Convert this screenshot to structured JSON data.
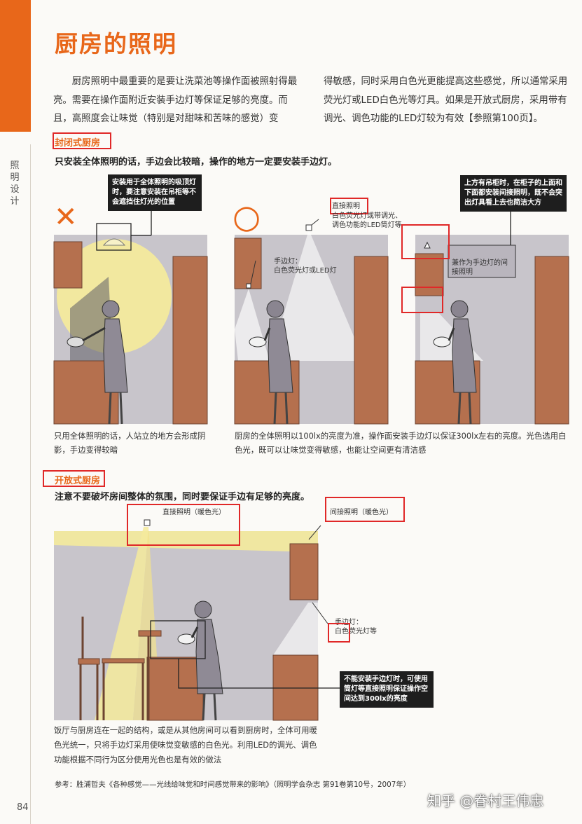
{
  "side_label": "照明设计",
  "title": "厨房的照明",
  "intro": {
    "col1": "厨房照明中最重要的是要让洗菜池等操作面被照射得最亮。需要在操作面附近安装手边灯等保证足够的亮度。而且，高照度会让味觉（特别是对甜味和苦味的感觉）变",
    "col2": "得敏感，同时采用白色光更能提高这些感觉，所以通常采用荧光灯或LED白色光等灯具。如果是开放式厨房，采用带有调光、调色功能的LED灯较为有效【参照第100页】。"
  },
  "closed": {
    "label": "封闭式厨房",
    "subtitle": "只安装全体照明的话，手边会比较暗，操作的地方一定要安装手边灯。",
    "note_left": "安装用于全体照明的吸顶灯时，要注意安装在吊柜等不会遮挡住灯光的位置",
    "note_right": "上方有吊柜时，在柜子的上面和下面都安装间接照明，既不会突出灯具看上去也简洁大方",
    "mark_bad": "✕",
    "mark_good": "○",
    "label_direct": "直接照明",
    "label_direct_desc": "白色荧光灯或带调光、调色功能的LED筒灯等",
    "label_hand": "手边灯：",
    "label_hand_desc": "白色荧光灯或LED灯",
    "label_indirect": "兼作为手边灯的间接照明",
    "caption_left": "只用全体照明的话，人站立的地方会形成阴影，手边变得较暗",
    "caption_right": "厨房的全体照明以100lx的亮度为准，操作面安装手边灯以保证300lx左右的亮度。光色选用白色光，既可以让味觉变得敏感，也能让空间更有清洁感"
  },
  "open": {
    "label": "开放式厨房",
    "subtitle": "注意不要破坏房间整体的氛围，同时要保证手边有足够的亮度。",
    "label_direct": "直接照明（暖色光）",
    "label_indirect": "间接照明（暖色光）",
    "label_hand": "手边灯：",
    "label_hand_desc": "白色荧光灯等",
    "note": "不能安装手边灯时，可使用筒灯等直接照明保证操作空间达到300lx的亮度",
    "caption": "饭厅与厨房连在一起的结构，或是从其他房间可以看到厨房时，全体可用暖色光统一，只将手边灯采用使味觉变敏感的白色光。利用LED的调光、调色功能根据不同行为区分使用光色也是有效的做法"
  },
  "reference": "参考：胜浦哲夫《各种感觉——光线给味觉和时间感觉带来的影响》（照明学会杂志 第91卷第10号，2007年）",
  "page_number": "84",
  "watermark": "知乎 @眷村王伟忠",
  "colors": {
    "accent": "#e8671a",
    "annotation": "#e02828",
    "cabinet": "#b5704e",
    "wall": "#c4c1c8",
    "light": "#f3e6a0"
  }
}
